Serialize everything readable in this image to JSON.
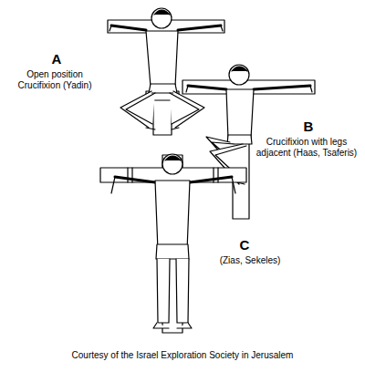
{
  "diagram": {
    "caption": "Courtesy of the Israel Exploration Society in Jerusalem",
    "labels": [
      "A",
      "Open position Crucifixion (Yadin)",
      "B",
      "Crucifixion with legs adjacent (Haas, Tsaferis)",
      "C",
      "(Zias, Sekeles)"
    ]
  }
}
